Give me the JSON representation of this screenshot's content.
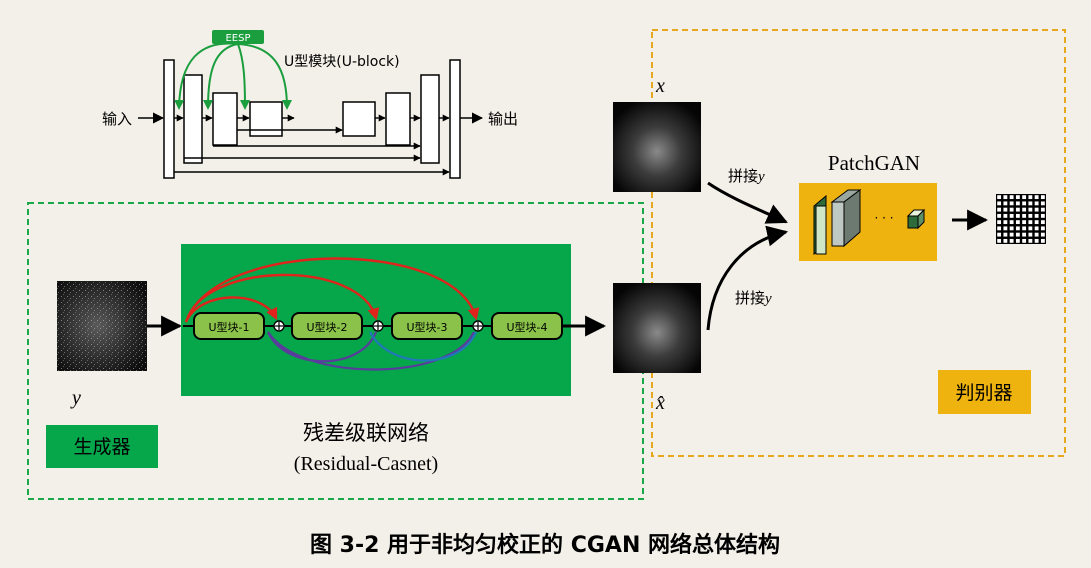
{
  "ublock": {
    "title": "U型模块(U-block)",
    "eesp": "EESP",
    "input_label": "输入",
    "output_label": "输出"
  },
  "generator": {
    "label": "生成器",
    "net_name": "残差级联网络",
    "net_name_en": "(Residual-Casnet)",
    "input_var": "y",
    "blocks": [
      "U型块-1",
      "U型块-2",
      "U型块-3",
      "U型块-4"
    ]
  },
  "discriminator": {
    "label": "判别器",
    "patchgan": "PatchGAN",
    "concat_top": "拼接",
    "concat_bottom": "拼接",
    "concat_var": "y",
    "x_var": "x",
    "xhat_var": "x̂",
    "ellipsis": "· · ·"
  },
  "caption": "图 3-2  用于非均匀校正的 CGAN 网络总体结构",
  "colors": {
    "background": "#f3f0e9",
    "generator_box": "#06a64b",
    "ublock_fill": "#8bc34a",
    "dashed_green": "#1aa84a",
    "dashed_orange": "#e8a81e",
    "patchgan_bg": "#efb30f",
    "red_skip": "#e0241b",
    "purple_skip": "#5a3c9c",
    "blue_skip": "#2178b8",
    "eesp_green": "#1b9e3e"
  }
}
